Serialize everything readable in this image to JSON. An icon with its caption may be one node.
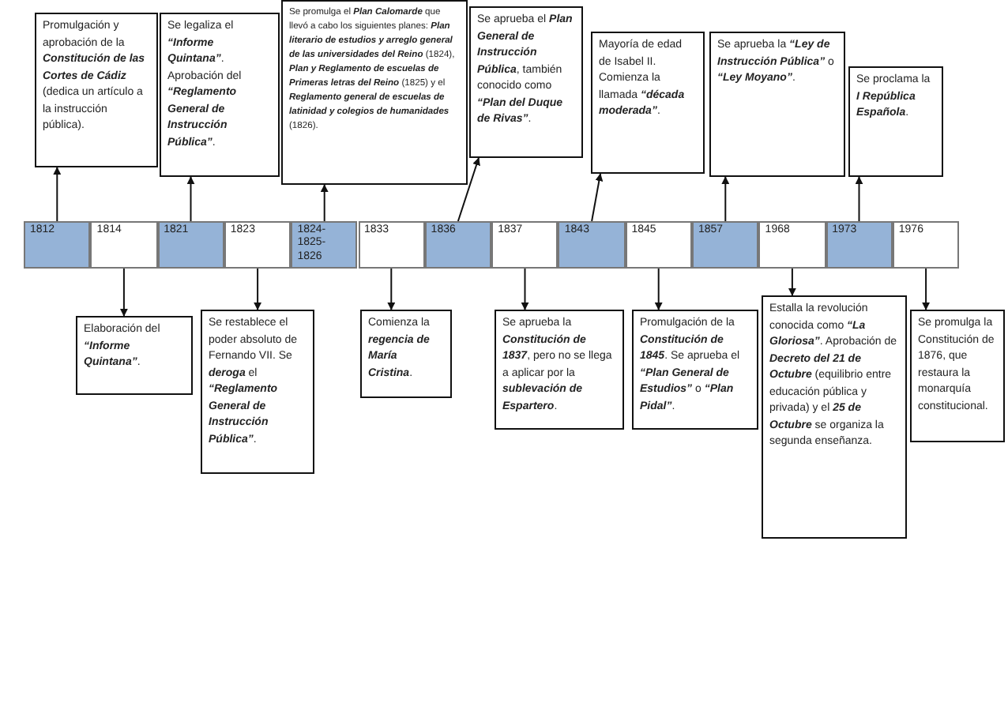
{
  "diagram": {
    "nodes": [
      {
        "text": [
          "Promulgación y aprobación de la **Constitución de las Cortes de Cádiz** (dedica un artículo a la instrucción pública)."
        ]
      },
      {
        "text": [
          "Se legaliza el **“Informe Quintana”**. Aprobación del **“Reglamento General de Instrucción Pública”**."
        ]
      },
      {
        "text": [
          "Se promulga el **Plan Calomarde** que llevó a cabo los siguientes planes: **Plan literario de estudios y arreglo general de las universidades del Reino** (1824), **Plan y Reglamento de escuelas de Primeras letras del Reino** (1825) y el **Reglamento general de escuelas de latinidad y colegios de humanidades** (1826)."
        ]
      },
      {
        "text": [
          "Se aprueba el **Plan General de Instrucción Pública**, también conocido como **“Plan del Duque de Rivas”**."
        ]
      },
      {
        "text": [
          "Mayoría de edad de Isabel II. Comienza la llamada **“década moderada”**."
        ]
      },
      {
        "text": [
          "Se aprueba la **“Ley de Instrucción Pública”** o **“Ley Moyano”**."
        ]
      },
      {
        "text": [
          "Se proclama la **I República Española**."
        ]
      },
      {
        "text": [
          "1812"
        ]
      },
      {
        "text": [
          "1814"
        ]
      },
      {
        "text": [
          "1821"
        ]
      },
      {
        "text": [
          "1823"
        ]
      },
      {
        "text": [
          "1824- 1825- 1826"
        ]
      },
      {
        "text": [
          "1833"
        ]
      },
      {
        "text": [
          "1836"
        ]
      },
      {
        "text": [
          "1837"
        ]
      },
      {
        "text": [
          "1843"
        ]
      },
      {
        "text": [
          "1845"
        ]
      },
      {
        "text": [
          "1857"
        ]
      },
      {
        "text": [
          "1968"
        ]
      },
      {
        "text": [
          "1973"
        ]
      },
      {
        "text": [
          "1976"
        ]
      },
      {
        "text": [
          "Elaboración del **“Informe Quintana”**."
        ]
      },
      {
        "text": [
          "Se restablece el poder absoluto de Fernando VII. Se **deroga** el **“Reglamento General de Instrucción Pública”**."
        ]
      },
      {
        "text": [
          "Comienza la **regencia de María Cristina**."
        ]
      },
      {
        "text": [
          "Se aprueba la **Constitución de 1837**, pero no se llega a aplicar por la **sublevación de Espartero**."
        ]
      },
      {
        "text": [
          "Promulgación de la **Constitución de 1845**. Se aprueba el **“Plan General de Estudios”** o **“Plan Pidal”**."
        ]
      },
      {
        "text": [
          "Estalla la revolución conocida como **“La Gloriosa”**. Aprobación de **Decreto del 21 de Octubre** (equilibrio entre educación pública y privada) y el **25 de Octubre** se organiza la segunda enseñanza."
        ]
      },
      {
        "text": [
          "Se promulga la Constitución de 1876, que restaura la monarquía constitucional."
        ]
      }
    ],
    "edges": [
      {
        "from": 7,
        "to": 0,
        "arrow": "to"
      },
      {
        "from": 9,
        "to": 1,
        "arrow": "to"
      },
      {
        "from": 11,
        "to": 2,
        "arrow": "to"
      },
      {
        "from": 13,
        "to": 3,
        "arrow": "to"
      },
      {
        "from": 15,
        "to": 4,
        "arrow": "to"
      },
      {
        "from": 17,
        "to": 5,
        "arrow": "to"
      },
      {
        "from": 19,
        "to": 6,
        "arrow": "to"
      },
      {
        "from": 8,
        "to": 21,
        "arrow": "to"
      },
      {
        "from": 10,
        "to": 22,
        "arrow": "to"
      },
      {
        "from": 12,
        "to": 23,
        "arrow": "to"
      },
      {
        "from": 14,
        "to": 24,
        "arrow": "to"
      },
      {
        "from": 16,
        "to": 25,
        "arrow": "to"
      },
      {
        "from": 18,
        "to": 26,
        "arrow": "to"
      },
      {
        "from": 20,
        "to": 27,
        "arrow": "to"
      }
    ]
  }
}
